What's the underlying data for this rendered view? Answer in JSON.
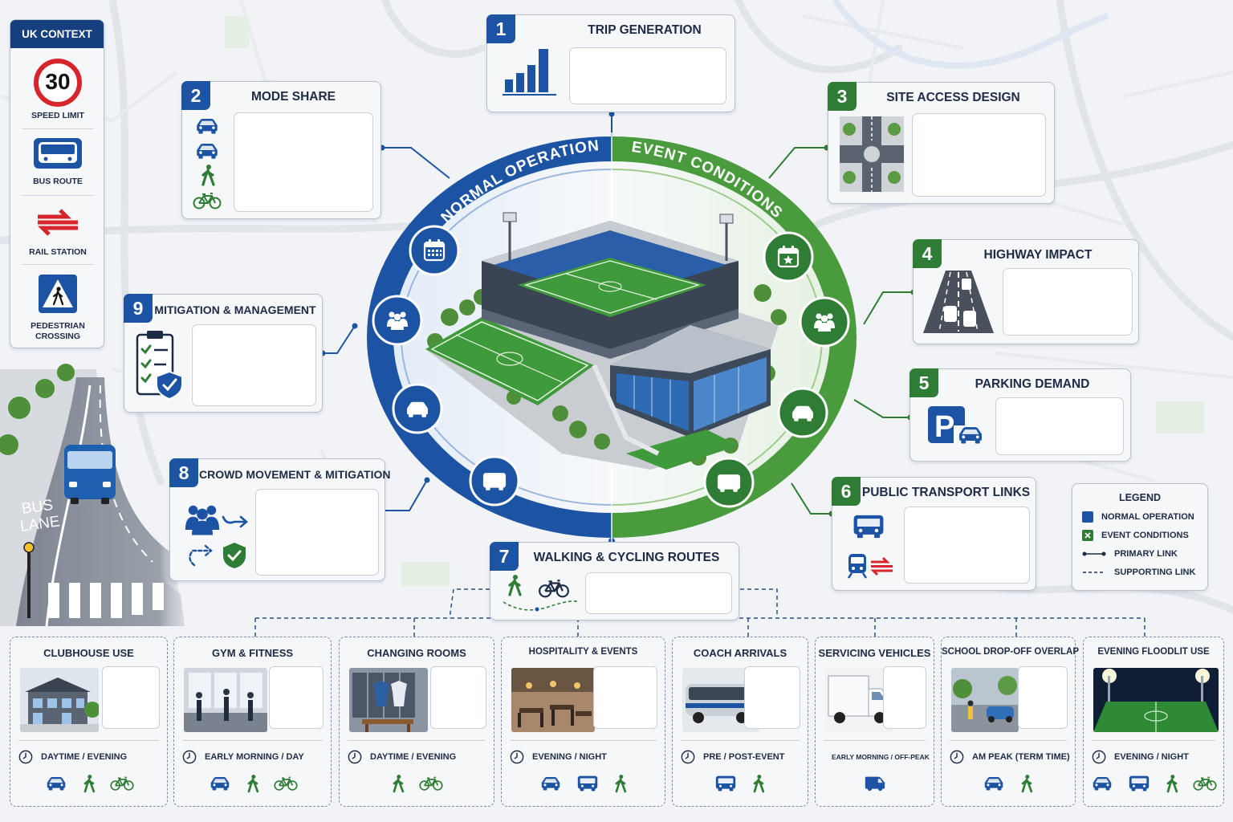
{
  "uk_context": {
    "title": "UK CONTEXT",
    "speed_value": "30",
    "items": [
      "SPEED LIMIT",
      "BUS ROUTE",
      "RAIL STATION",
      "PEDESTRIAN CROSSING"
    ]
  },
  "street": {
    "lane_marking": "BUS LANE"
  },
  "hub": {
    "normal_label": "NORMAL OPERATION",
    "event_label": "EVENT CONDITIONS"
  },
  "cards": [
    {
      "number": "1",
      "title": "TRIP GENERATION"
    },
    {
      "number": "2",
      "title": "MODE SHARE"
    },
    {
      "number": "3",
      "title": "SITE ACCESS DESIGN"
    },
    {
      "number": "4",
      "title": "HIGHWAY IMPACT"
    },
    {
      "number": "5",
      "title": "PARKING DEMAND"
    },
    {
      "number": "6",
      "title": "PUBLIC TRANSPORT LINKS"
    },
    {
      "number": "7",
      "title": "WALKING & CYCLING ROUTES"
    },
    {
      "number": "8",
      "title": "CROWD MOVEMENT & MITIGATION"
    },
    {
      "number": "9",
      "title": "MITIGATION & MANAGEMENT"
    }
  ],
  "legend": {
    "title": "LEGEND",
    "items": [
      "NORMAL OPERATION",
      "EVENT CONDITIONS",
      "PRIMARY LINK",
      "SUPPORTING LINK"
    ]
  },
  "uses": [
    {
      "title": "CLUBHOUSE USE",
      "time": "DAYTIME / EVENING",
      "modes": [
        "car-icon",
        "pedestrian-icon",
        "bicycle-icon"
      ]
    },
    {
      "title": "GYM & FITNESS",
      "time": "EARLY MORNING / DAY",
      "modes": [
        "car-icon",
        "pedestrian-icon",
        "bicycle-icon"
      ]
    },
    {
      "title": "CHANGING ROOMS",
      "time": "DAYTIME / EVENING",
      "modes": [
        "pedestrian-icon",
        "bicycle-icon"
      ]
    },
    {
      "title": "HOSPITALITY & EVENTS",
      "time": "EVENING / NIGHT",
      "modes": [
        "car-icon",
        "bus-icon",
        "pedestrian-icon"
      ]
    },
    {
      "title": "COACH ARRIVALS",
      "time": "PRE / POST-EVENT",
      "modes": [
        "bus-icon",
        "pedestrian-icon"
      ]
    },
    {
      "title": "SERVICING VEHICLES",
      "time": "EARLY MORNING / OFF-PEAK",
      "modes": [
        "van-icon"
      ]
    },
    {
      "title": "SCHOOL DROP-OFF OVERLAP",
      "time": "AM PEAK (TERM TIME)",
      "modes": [
        "car-icon",
        "pedestrian-icon"
      ]
    },
    {
      "title": "EVENING FLOODLIT USE",
      "time": "EVENING / NIGHT",
      "modes": [
        "car-icon",
        "bus-icon",
        "pedestrian-icon",
        "bicycle-icon"
      ]
    }
  ],
  "colors": {
    "normal_blue": "#1c54a3",
    "event_green": "#4a9a3e",
    "navy": "#163f7d",
    "uk_red": "#d7262b"
  }
}
